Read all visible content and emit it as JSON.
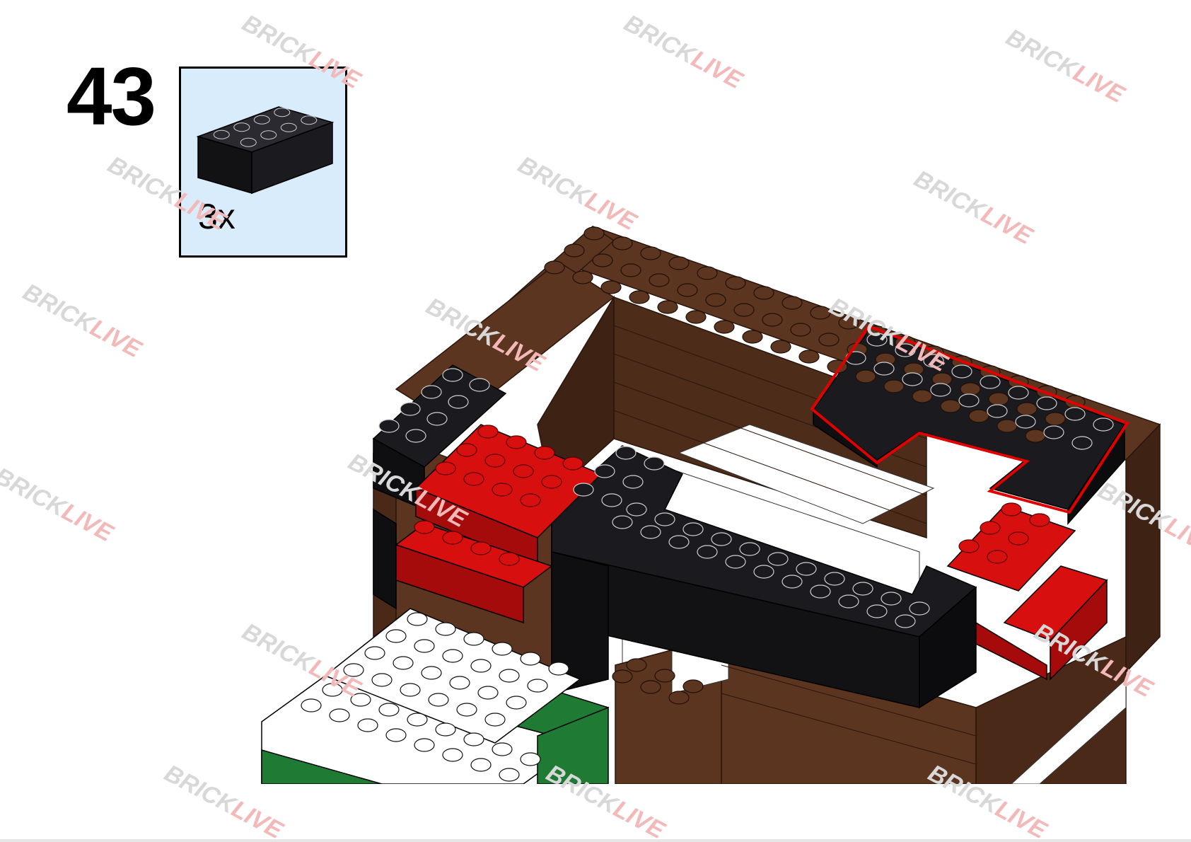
{
  "step": {
    "number": "43"
  },
  "parts_list": [
    {
      "part": "brick-2x4",
      "color": "#1b1b1f",
      "quantity_label": "3x"
    }
  ],
  "callout": {
    "outline_color": "#e00000"
  },
  "brick_colors": {
    "brown": "#5c3520",
    "black": "#1b1b1f",
    "red": "#d70f0f",
    "white": "#ffffff",
    "green": "#1f7a33"
  },
  "watermark": {
    "brand_first": "BRICK",
    "brand_second": "LIVE",
    "first_color": "#d8d8d8",
    "second_color": "#f3b8b8"
  }
}
